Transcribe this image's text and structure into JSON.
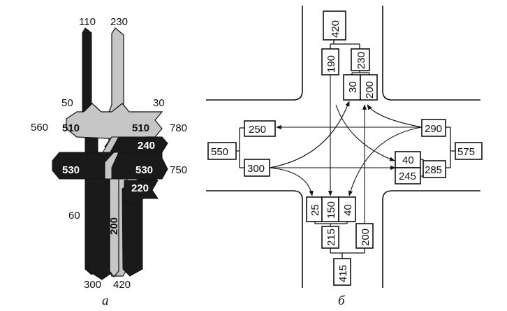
{
  "captions": {
    "left": "а",
    "right": "б"
  },
  "colors": {
    "dark": "#1a1a1a",
    "light": "#c6c6c6",
    "line": "#111111"
  },
  "left_diagram": {
    "top_in_left": "110",
    "top_in_right": "230",
    "north_right_turn": "50",
    "north_left_turn": "30",
    "west_out_total": "560",
    "west_out_inner": "510",
    "east_in_inner": "510",
    "east_in_total": "780",
    "east_left_turn": "240",
    "west_in_inner": "530",
    "east_out_inner": "530",
    "east_out_total": "750",
    "west_left_turn": "220",
    "west_right_turn": "60",
    "south_through": "200",
    "bottom_out_left": "300",
    "bottom_in_right": "420"
  },
  "right_diagram": {
    "north_total": "420",
    "north_out": "190",
    "north_in": "230",
    "north_in_left": "30",
    "north_in_through": "200",
    "west_out": "250",
    "west_total": "550",
    "west_in": "300",
    "east_in": "290",
    "east_total": "575",
    "east_out_a": "40",
    "east_out_b": "245",
    "east_out_sum": "285",
    "south_out_a": "25",
    "south_out_b": "150",
    "south_out_c": "40",
    "south_out_sum": "215",
    "south_in": "200",
    "south_total": "415"
  }
}
